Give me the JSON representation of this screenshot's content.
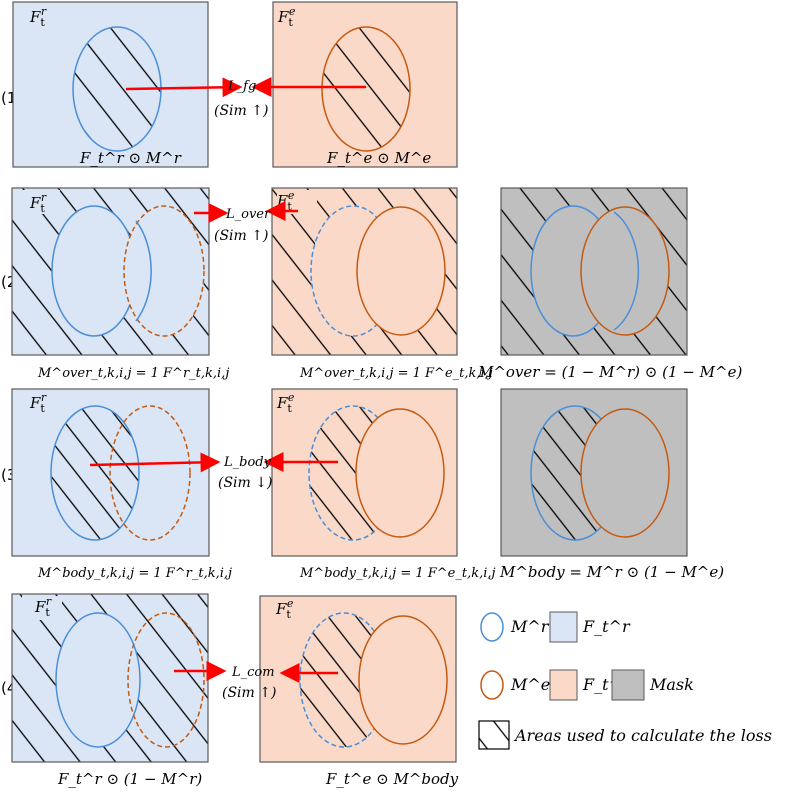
{
  "rows": [
    {
      "label": "(1)",
      "ref_panel_title": "F_t^r",
      "edit_panel_title": "F_t^e",
      "ref_caption": "F_t^r ⊙ M^r",
      "edit_caption": "F_t^e ⊙ M^e",
      "loss": "L_fg",
      "sim": "(Sim ↑)"
    },
    {
      "label": "(2)",
      "ref_panel_title": "F_t^r",
      "edit_panel_title": "F_t^e",
      "ref_caption": "M^over_t,k,i,j = 1  F^r_t,k,i,j",
      "edit_caption": "M^over_t,k,i,j = 1  F^e_t,k,i,j",
      "mask_caption": "M^over = (1 − M^r) ⊙ (1 − M^e)",
      "loss": "L_over",
      "sim": "(Sim ↑)"
    },
    {
      "label": "(3)",
      "ref_panel_title": "F_t^r",
      "edit_panel_title": "F_t^e",
      "ref_caption": "M^body_t,k,i,j = 1  F^r_t,k,i,j",
      "edit_caption": "M^body_t,k,i,j = 1  F^e_t,k,i,j",
      "mask_caption": "M^body = M^r ⊙ (1 − M^e)",
      "loss": "L_body",
      "sim": "(Sim ↓)"
    },
    {
      "label": "(4)",
      "ref_panel_title": "F_t^r",
      "edit_panel_title": "F_t^e",
      "ref_caption": "F_t^r ⊙ (1 − M^r)",
      "edit_caption": "F_t^e ⊙ M^body",
      "loss": "L_com",
      "sim": "(Sim ↑)"
    }
  ],
  "legend": {
    "mr": "M^r",
    "fr": "F_t^r",
    "me": "M^e",
    "fe": "F_t^e",
    "mask": "Mask",
    "hatch": "Areas used to calculate the loss"
  },
  "colors": {
    "ref_fill": "#dae6f5",
    "edit_fill": "#fad9c9",
    "mask_fill": "#bfbfbf",
    "ref_ellipse": "#4a8fd8",
    "edit_ellipse": "#c55a11",
    "arrow": "#ff0000"
  }
}
